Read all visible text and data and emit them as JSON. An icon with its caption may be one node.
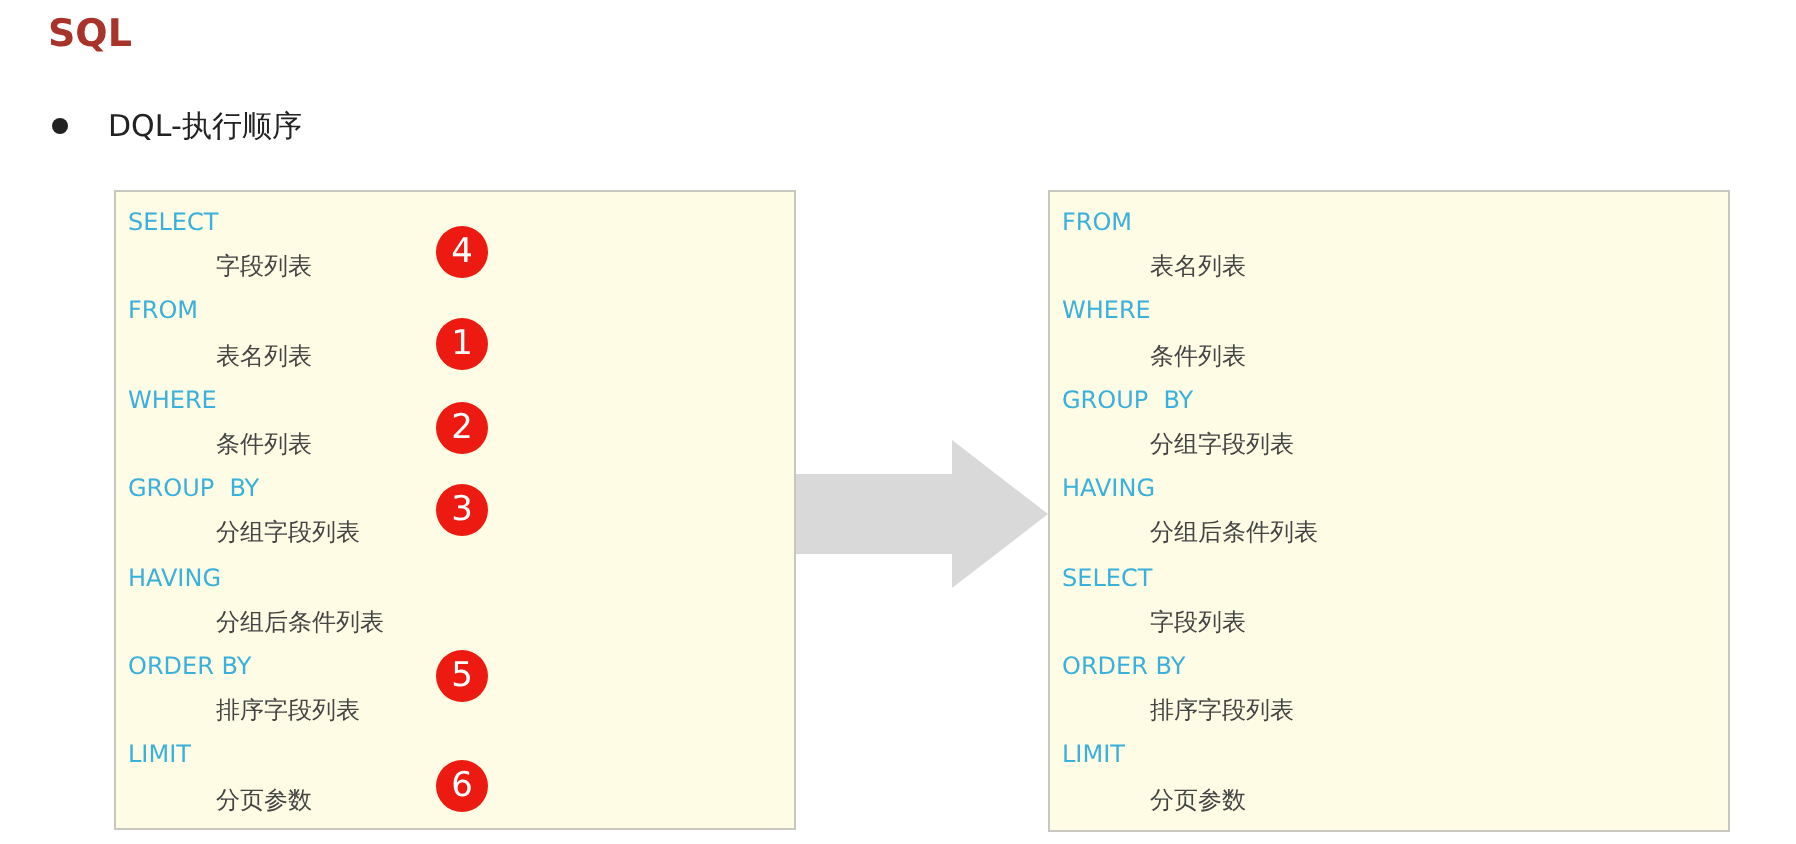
{
  "diagram": {
    "title": "SQL",
    "nodes": [
      {
        "text": [
          "SELECT",
          "字段列表",
          "FROM",
          "表名列表",
          "WHERE",
          "条件列表",
          "GROUP  BY",
          "分组字段列表",
          "HAVING",
          "分组后条件列表",
          "ORDER BY",
          "排序字段列表",
          "LIMIT",
          "分页参数"
        ]
      },
      {
        "text": [
          "4"
        ],
        "in": 0
      },
      {
        "text": [
          "1"
        ],
        "in": 0
      },
      {
        "text": [
          "2"
        ],
        "in": 0
      },
      {
        "text": [
          "3"
        ],
        "in": 0
      },
      {
        "text": [
          "5"
        ],
        "in": 0
      },
      {
        "text": [
          "6"
        ],
        "in": 0
      },
      {
        "text": [
          "FROM",
          "表名列表",
          "WHERE",
          "条件列表",
          "GROUP  BY",
          "分组字段列表",
          "HAVING",
          "分组后条件列表",
          "SELECT",
          "字段列表",
          "ORDER BY",
          "排序字段列表",
          "LIMIT",
          "分页参数"
        ]
      }
    ],
    "edges": [
      {
        "from": 0,
        "to": 7,
        "arrow": "to"
      }
    ],
    "labels": [
      "DQL-执行顺序"
    ]
  }
}
